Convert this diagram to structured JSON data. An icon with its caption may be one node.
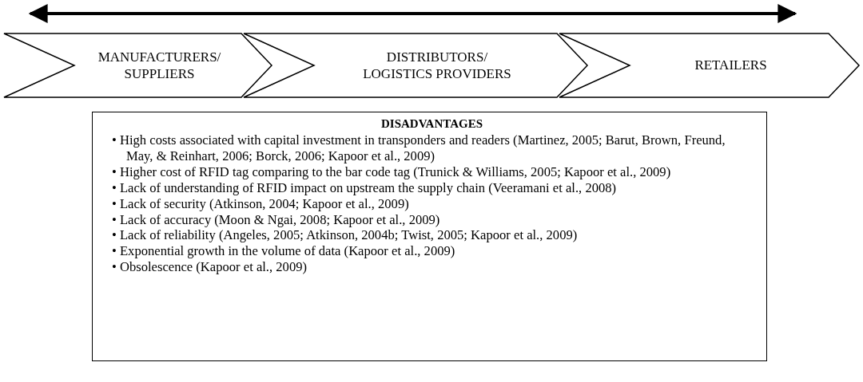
{
  "diagram": {
    "nodes": [
      {
        "text": [
          "MANUFACTURERS/ SUPPLIERS"
        ]
      },
      {
        "text": [
          "DISTRIBUTORS/ LOGISTICS PROVIDERS"
        ]
      },
      {
        "text": [
          "RETAILERS"
        ]
      },
      {
        "text": [
          "DISADVANTAGES",
          "• High costs associated with capital investment in transponders and readers (Martinez, 2005; Barut, Brown, Freund, May, & Reinhart, 2006; Borck, 2006; Kapoor et al., 2009)",
          "• Higher cost of RFID tag comparing to the bar code tag (Trunick & Williams, 2005; Kapoor et al., 2009)",
          "• Lack of understanding of RFID impact on upstream the supply chain (Veeramani et al., 2008)",
          "• Lack of security (Atkinson, 2004; Kapoor et al., 2009)",
          "• Lack of accuracy (Moon & Ngai, 2008; Kapoor et al., 2009)",
          "• Lack of reliability (Angeles, 2005; Atkinson, 2004b; Twist, 2005; Kapoor et al., 2009)",
          "• Exponential growth in the volume of data (Kapoor et al., 2009)",
          "• Obsolescence (Kapoor et al., 2009)"
        ]
      }
    ],
    "edges": [
      {
        "from": 0,
        "to": 2,
        "arrow": "both"
      }
    ]
  }
}
